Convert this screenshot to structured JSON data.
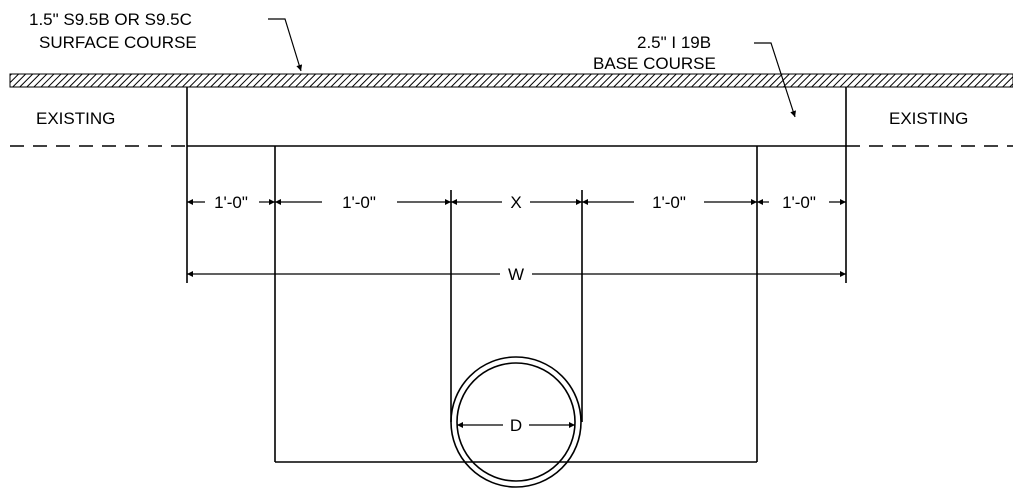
{
  "labels": {
    "surface_course_line1": "1.5\" S9.5B OR S9.5C",
    "surface_course_line2": "SURFACE COURSE",
    "base_course_line1": "2.5\" I 19B",
    "base_course_line2": "BASE COURSE",
    "existing_left": "EXISTING",
    "existing_right": "EXISTING"
  },
  "dimensions": {
    "offset_left_outer": "1'-0\"",
    "offset_left_inner": "1'-0\"",
    "pipe_clearance_x": "X",
    "offset_right_inner": "1'-0\"",
    "offset_right_outer": "1'-0\"",
    "total_width": "W",
    "pipe_diameter": "D"
  },
  "colors": {
    "line": "#000000",
    "background": "#ffffff"
  }
}
